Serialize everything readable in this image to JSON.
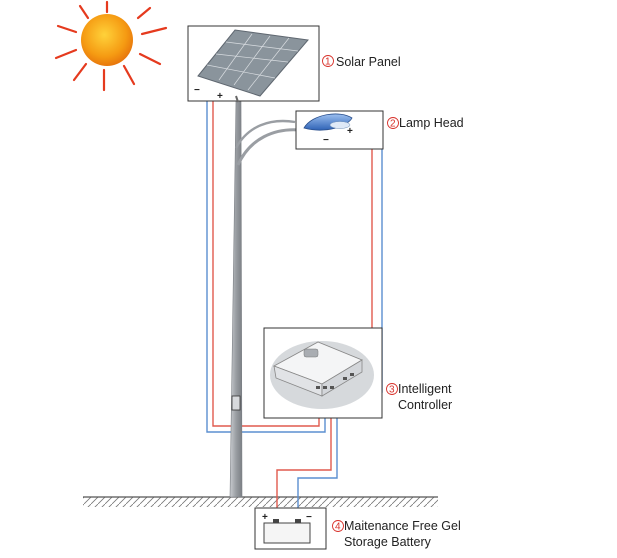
{
  "components": [
    {
      "id": "solar-panel",
      "number": "1",
      "label": "Solar Panel",
      "terminals": [
        "−",
        "+"
      ]
    },
    {
      "id": "lamp-head",
      "number": "2",
      "label": "Lamp Head",
      "terminals": [
        "−",
        "+"
      ]
    },
    {
      "id": "controller",
      "number": "3",
      "label_lines": [
        "Intelligent",
        "Controller"
      ]
    },
    {
      "id": "battery",
      "number": "4",
      "label_lines": [
        "Maitenance Free Gel",
        "Storage Battery"
      ],
      "terminals": [
        "+",
        "−"
      ]
    }
  ],
  "colors": {
    "positive_wire": "#e05a4e",
    "negative_wire": "#5b8fd0",
    "sun": "#f08a10",
    "sun_rays": "#e53a1e",
    "pole": "#9a9ea3",
    "panel": "#7f8a93",
    "lamp": "#3b74c8",
    "ground": "#555555"
  }
}
